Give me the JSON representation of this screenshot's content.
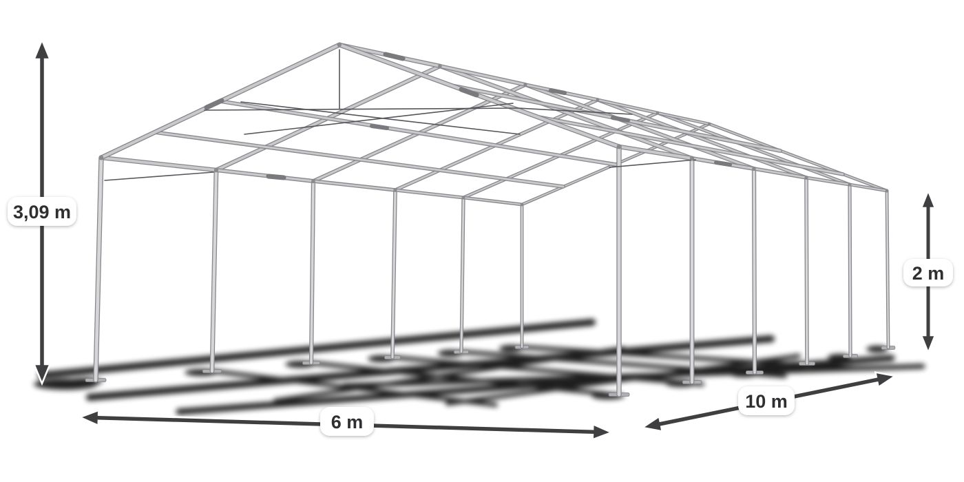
{
  "figure": {
    "type": "product-dimension-diagram",
    "subject": "party-tent-steel-frame-skeleton",
    "background": "#ffffff",
    "frame_spec": {
      "width_m": 6,
      "length_m": 10,
      "side_height_m": 2,
      "ridge_height_m": 3.09,
      "posts_per_side": 6,
      "bays": 5
    },
    "dimensions": {
      "ridge_height": {
        "label": "3,09 m",
        "value": 3.09,
        "unit": "m",
        "orientation": "vertical",
        "position": "left"
      },
      "side_height": {
        "label": "2 m",
        "value": 2,
        "unit": "m",
        "orientation": "vertical",
        "position": "right"
      },
      "width": {
        "label": "6 m",
        "value": 6,
        "unit": "m",
        "orientation": "horizontal",
        "position": "front-bottom"
      },
      "length": {
        "label": "10 m",
        "value": 10,
        "unit": "m",
        "orientation": "diagonal",
        "position": "right-bottom"
      }
    },
    "colors": {
      "tube_edge": "#88888c",
      "tube_light": "#c9c9cc",
      "leg_light": "#d6d6d9",
      "brace": "#55555a",
      "splice": "#7a7a7e",
      "joint_dot": "#8a8a8e",
      "plate_fill": "#b0b0b4",
      "plate_edge": "#808084",
      "arrow": "#3f3f41",
      "arrow_halo": "#ffffff",
      "label_bg": "#ffffff",
      "label_text": "#2f2f31",
      "shadow": "#000000"
    }
  }
}
